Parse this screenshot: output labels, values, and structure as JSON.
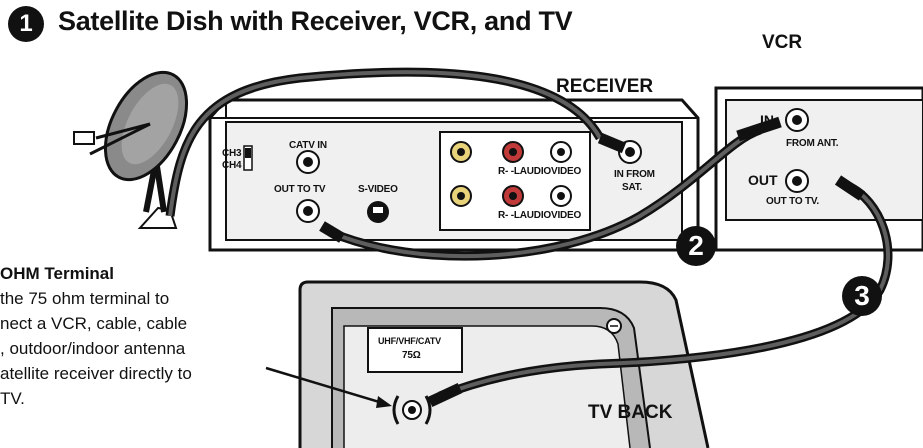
{
  "diagram": {
    "step_numbers": [
      "1",
      "2",
      "3"
    ],
    "title": "Satellite Dish with Receiver, VCR, and TV",
    "vcr": {
      "title": "VCR",
      "in_label": "IN",
      "from_ant_label": "FROM ANT.",
      "out_label": "OUT",
      "out_to_tv_label": "OUT TO TV."
    },
    "receiver": {
      "title": "RECEIVER",
      "ch3_label": "CH3",
      "ch4_label": "CH4",
      "catv_in_label": "CATV IN",
      "out_to_tv_label": "OUT TO TV",
      "s_video_label": "S-VIDEO",
      "audio_video_label_top": "R- -LAUDIOVIDEO",
      "audio_video_label_bottom": "R- -LAUDIOVIDEO",
      "in_from_label": "IN FROM",
      "sat_label": "SAT."
    },
    "tv": {
      "terminal_label_line1": "UHF/VHF/CATV",
      "terminal_label_line2": "75Ω",
      "back_label": "TV BACK"
    },
    "note": {
      "title": "OHM Terminal",
      "lines": [
        "the 75 ohm terminal to",
        "nect a VCR, cable, cable",
        ", outdoor/indoor antenna",
        "atellite receiver directly to",
        "TV."
      ]
    }
  }
}
